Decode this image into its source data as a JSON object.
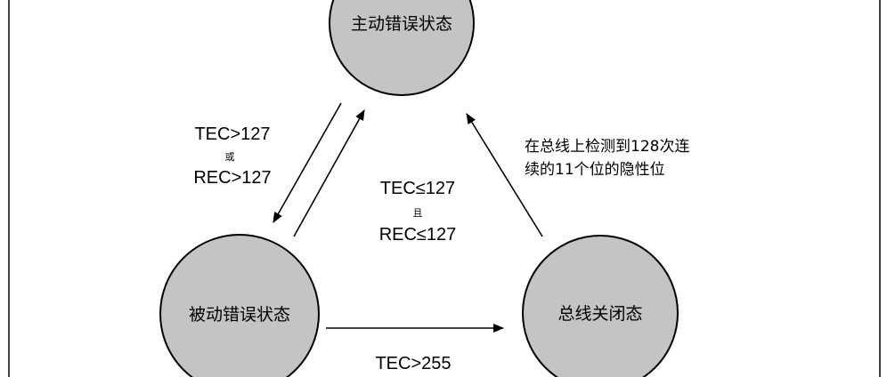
{
  "diagram": {
    "colors": {
      "circle_fill": "#c4c4c4",
      "stroke": "#000000",
      "background": "#ffffff"
    },
    "states": {
      "active": {
        "label": "主动错误状态"
      },
      "passive": {
        "label": "被动错误状态"
      },
      "busoff": {
        "label": "总线关闭态"
      }
    },
    "transitions": {
      "active_to_passive": {
        "line1": "TEC>127",
        "conjunction": "或",
        "line2": "REC>127"
      },
      "passive_to_active": {
        "line1": "TEC≤127",
        "conjunction": "且",
        "line2": "REC≤127"
      },
      "passive_to_busoff": {
        "line1": "TEC>255"
      },
      "busoff_to_active": {
        "line1": "在总线上检测到128次连",
        "line2": "续的11个位的隐性位"
      }
    }
  }
}
